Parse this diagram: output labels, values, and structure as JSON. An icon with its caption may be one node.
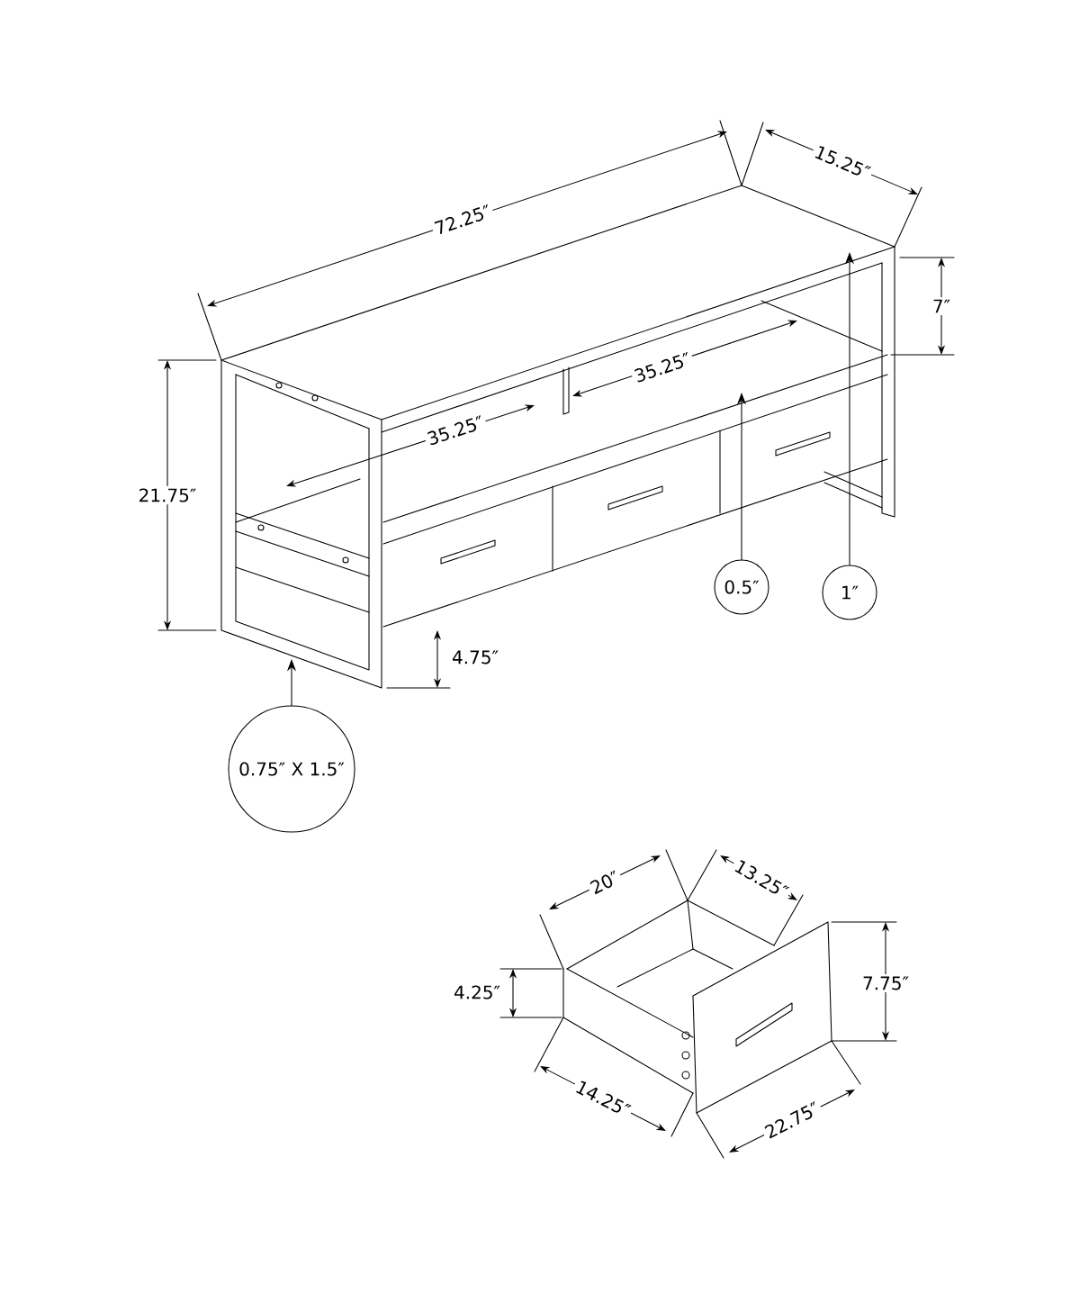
{
  "diagram": {
    "nodes": [
      {
        "text": [
          "0.5″"
        ]
      },
      {
        "text": [
          "1″"
        ]
      },
      {
        "text": [
          "0.75″ X 1.5″"
        ]
      }
    ],
    "edges": [
      {
        "from": 0,
        "to": null,
        "arrow": "to"
      },
      {
        "from": 1,
        "to": null,
        "arrow": "to"
      },
      {
        "from": 2,
        "to": null,
        "arrow": "to"
      }
    ],
    "labels": [
      "72.25″",
      "15.25″",
      "7″",
      "35.25″",
      "35.25″",
      "21.75″",
      "4.75″",
      "20″",
      "13.25″",
      "4.25″",
      "7.75″",
      "14.25″",
      "22.75″"
    ]
  }
}
